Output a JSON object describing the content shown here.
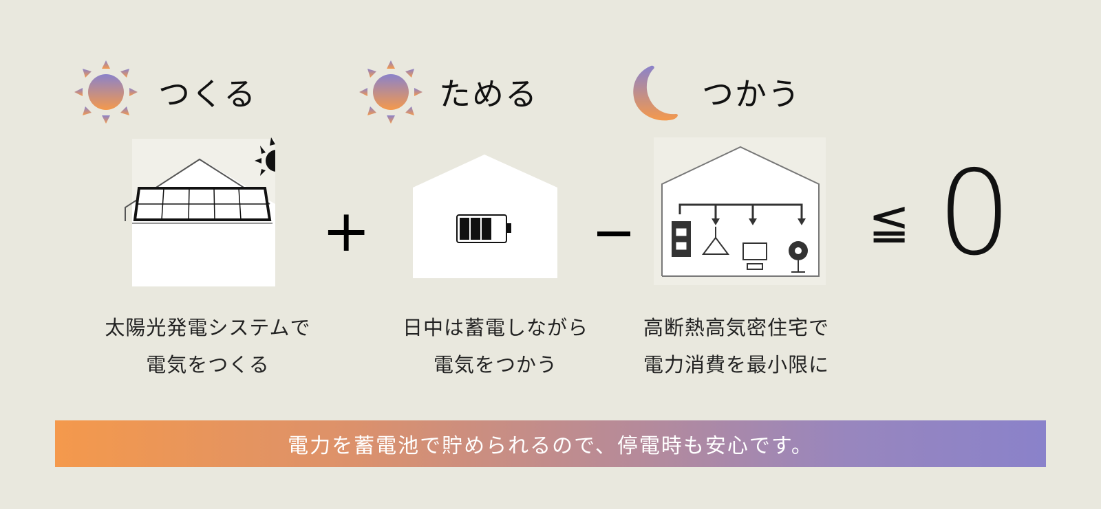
{
  "colors": {
    "background": "#e9e8de",
    "gradient_top": "#8a82ca",
    "gradient_bottom": "#f4994c",
    "banner_left": "#f4994c",
    "banner_right": "#8a82ca"
  },
  "steps": [
    {
      "icon": "sun-icon",
      "title": "つくる",
      "illustration": "solar-panel-house",
      "description_line1": "太陽光発電システムで",
      "description_line2": "電気をつくる"
    },
    {
      "icon": "sun-icon",
      "title": "ためる",
      "illustration": "battery-house",
      "description_line1": "日中は蓄電しながら",
      "description_line2": "電気をつかう"
    },
    {
      "icon": "moon-icon",
      "title": "つかう",
      "illustration": "appliance-house",
      "description_line1": "高断熱高気密住宅で",
      "description_line2": "電力消費を最小限に"
    }
  ],
  "equation": {
    "plus": "+",
    "minus": "−",
    "less_equal": "≦",
    "result": "0"
  },
  "banner": {
    "text": "電力を蓄電池で貯められるので、停電時も安心です。"
  }
}
